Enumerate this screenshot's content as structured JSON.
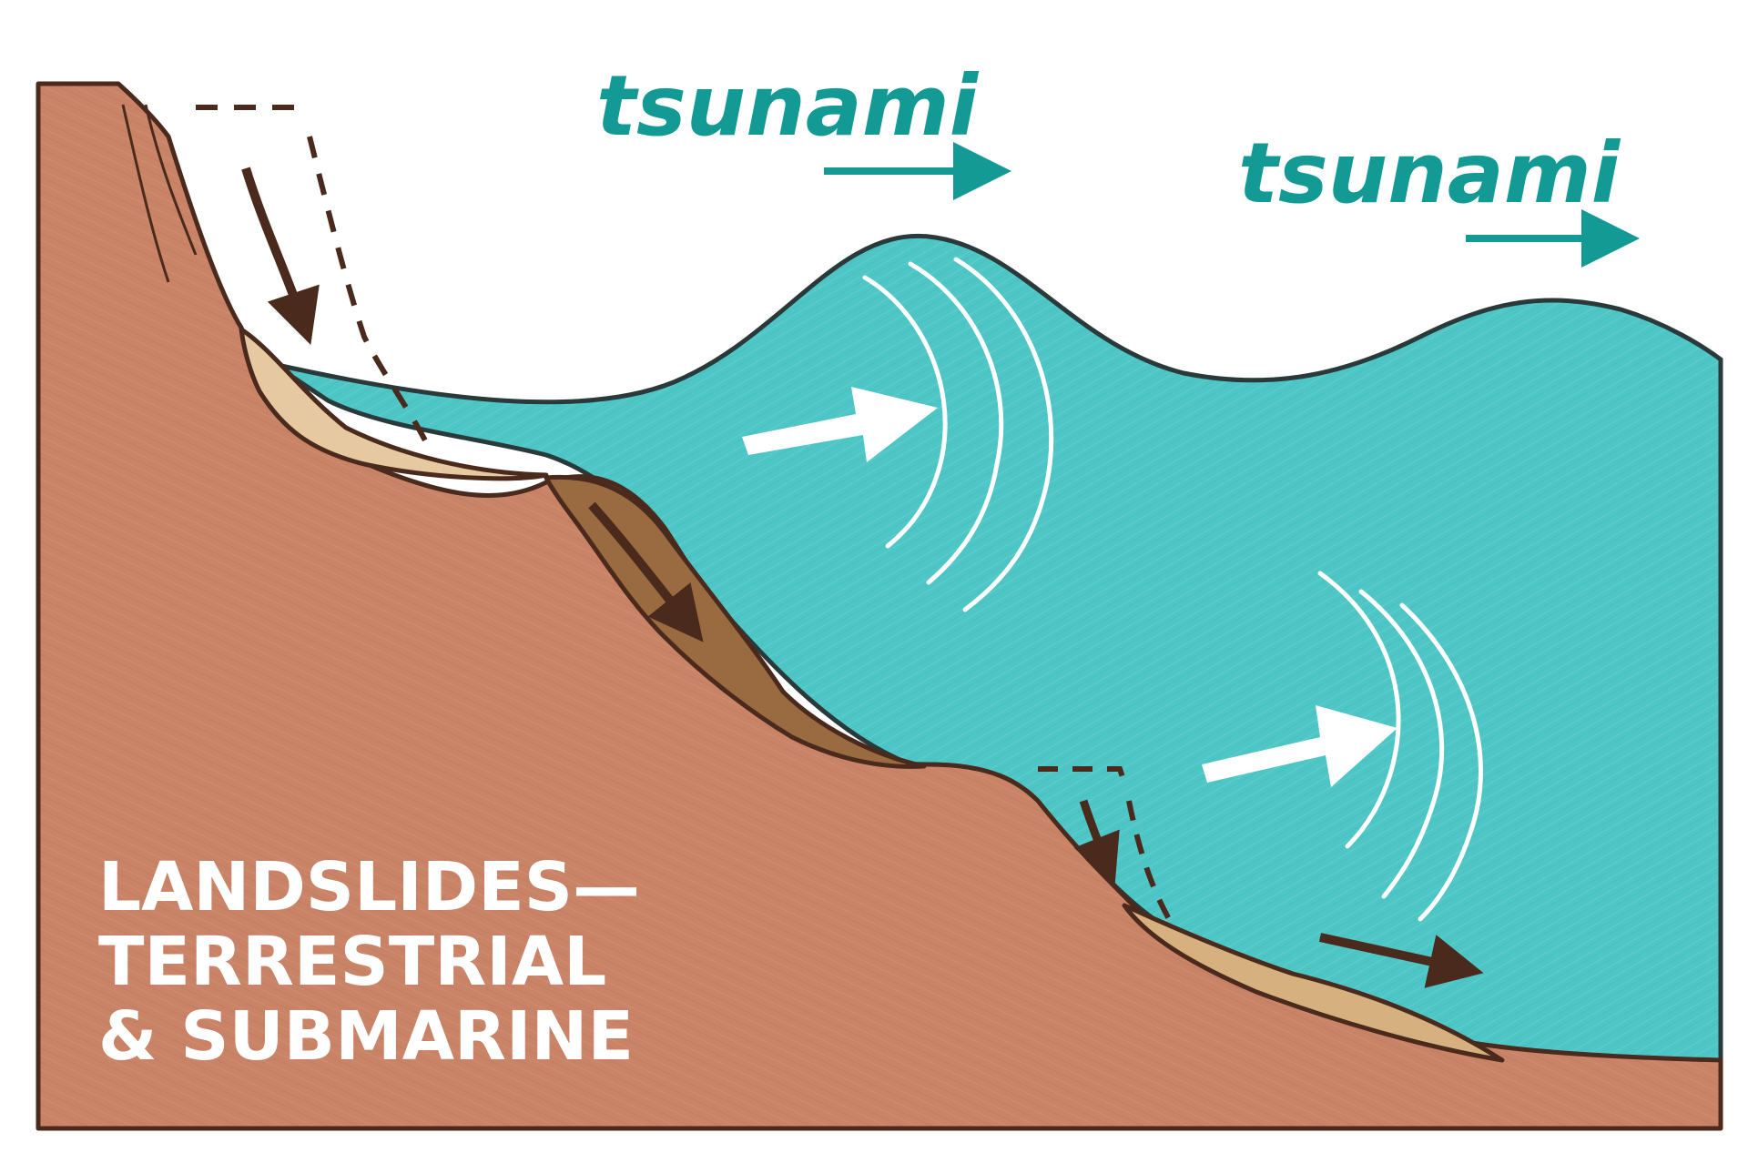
{
  "labels": {
    "tsunami_1": "tsunami",
    "tsunami_2": "tsunami"
  },
  "title": {
    "line1": "LANDSLIDES—",
    "line2": "TERRESTRIAL",
    "line3": "& SUBMARINE"
  },
  "colors": {
    "land": "#c98468",
    "land_outline": "#4a2a1c",
    "water": "#4fc6c6",
    "landslide_light": "#e6c9a0",
    "landslide_dark": "#9a6b40",
    "label_teal": "#149a94",
    "arrow_brown": "#4a2a1c",
    "arrow_white": "#ffffff"
  }
}
